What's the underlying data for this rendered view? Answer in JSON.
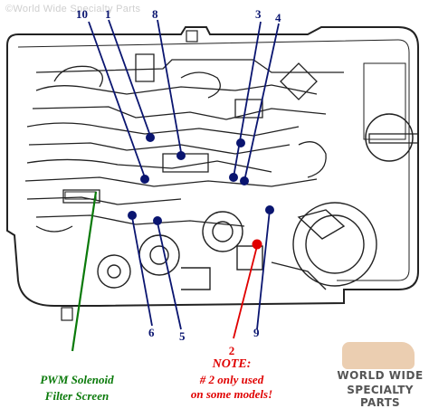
{
  "watermark": "©World Wide Specialty Parts",
  "callouts": {
    "c10": "10",
    "c1": "1",
    "c8": "8",
    "c3": "3",
    "c4": "4",
    "c6": "6",
    "c5": "5",
    "c9": "9",
    "c2": "2"
  },
  "notes": {
    "red_line1": "NOTE:",
    "red_line2": "# 2 only used",
    "red_line3": "on some models!",
    "green_line1": "PWM Solenoid",
    "green_line2": "Filter Screen"
  },
  "logo": {
    "line1": "WORLD WIDE",
    "line2": "SPECIALTY PARTS"
  },
  "colors": {
    "callout_blue": "#0a1570",
    "note_red": "#e00000",
    "note_green": "#0a7a0a",
    "outline": "#222222"
  }
}
